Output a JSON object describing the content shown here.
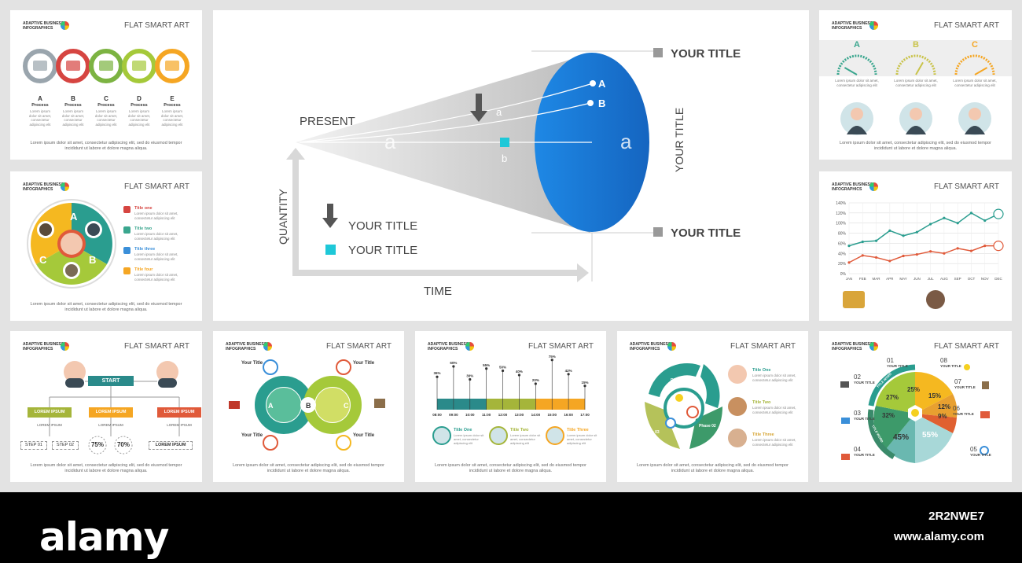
{
  "common": {
    "brand": "ADAPTIVE BUSINESS INFOGRAPHICS",
    "flat": "FLAT SMART ART",
    "foot_line1": "Lorem ipsum dolor sit amet, consectetur adipiscing elit, sed do eiusmod tempor",
    "foot_line2": "incididunt ut labore et dolore magna aliqua.",
    "lorem_tiny": "Lorem ipsum dolor sit amet, consectetur adipiscing elit"
  },
  "process": {
    "letters": [
      "A",
      "B",
      "C",
      "D",
      "E"
    ],
    "label": "Process",
    "colors": [
      "#9aa5ad",
      "#d64541",
      "#7cb342",
      "#a5c93a",
      "#f5a623"
    ]
  },
  "big": {
    "present": "PRESENT",
    "quantity": "QUANTITY",
    "time": "TIME",
    "title_top": "YOUR TITLE",
    "title_bottom": "YOUR TITLE",
    "title_vertical": "YOUR TITLE",
    "legend1": "YOUR TITLE",
    "legend2": "YOUR TITLE",
    "point_a": "A",
    "point_b": "B",
    "mark_a": "a",
    "mark_b": "b"
  },
  "gauges": {
    "letters": [
      "A",
      "B",
      "C"
    ],
    "colors": [
      "#3aa68e",
      "#c9c34a",
      "#f5a623"
    ]
  },
  "circle": {
    "letters": [
      "A",
      "B",
      "C"
    ],
    "titles": [
      "Title one",
      "Title two",
      "Title three",
      "Title four"
    ],
    "title_colors": [
      "#d64541",
      "#3aa68e",
      "#3a8fd9",
      "#f5a623"
    ]
  },
  "line_chart": {
    "months": [
      "JAN",
      "FEB",
      "MAR",
      "APR",
      "MAY",
      "JUN",
      "JUL",
      "AUG",
      "SEP",
      "OCT",
      "NOV",
      "DEC"
    ],
    "ticks": [
      "0%",
      "20%",
      "40%",
      "60%",
      "80%",
      "100%",
      "120%",
      "140%"
    ]
  },
  "chart_data": {
    "type": "line",
    "x": [
      "JAN",
      "FEB",
      "MAR",
      "APR",
      "MAY",
      "JUN",
      "JUL",
      "AUG",
      "SEP",
      "OCT",
      "NOV",
      "DEC"
    ],
    "ylim": [
      0,
      140
    ],
    "series": [
      {
        "values": [
          55,
          63,
          65,
          85,
          75,
          82,
          98,
          110,
          100,
          120,
          105,
          118
        ]
      },
      {
        "values": [
          22,
          36,
          32,
          25,
          35,
          38,
          44,
          40,
          50,
          45,
          55,
          55
        ]
      }
    ],
    "series_colors": [
      "#2a9d8f",
      "#e05a3a"
    ]
  },
  "org": {
    "start": "START",
    "boxes": [
      "LOREM IPSUM",
      "LOREM IPSUM",
      "LOREM IPSUM"
    ],
    "box_colors": [
      "#a5b53a",
      "#f5a623",
      "#e05a3a"
    ],
    "step1": "STEP 01",
    "step2": "STEP 02",
    "pct1": "75%",
    "pct2": "70%",
    "sub": "LOREM IPSUM",
    "mini": "LOREM IPSUM"
  },
  "infinity": {
    "your_title": "Your Title",
    "a": "A",
    "b": "B",
    "c": "C"
  },
  "timeline": {
    "times": [
      "08:00",
      "09:00",
      "10:00",
      "11:00",
      "12:00",
      "13:00",
      "14:00",
      "15:00",
      "16:00",
      "17:00"
    ],
    "pins": [
      "36%",
      "60%",
      "30%",
      "55%",
      "50%",
      "40%",
      "20%",
      "75%",
      "42%",
      "15%"
    ],
    "titles": [
      "Title One",
      "Title Two",
      "Title Three"
    ],
    "title_colors": [
      "#2a9d8f",
      "#a5b53a",
      "#f5a623"
    ]
  },
  "cycle": {
    "phase1": "Phase 01",
    "phase2": "Phase 02",
    "phase3": "Phase 03",
    "titles": [
      "Title One",
      "Title Two",
      "Title Three"
    ],
    "title_colors": [
      "#2a9d8f",
      "#a5b53a",
      "#d6a534"
    ]
  },
  "radial": {
    "numbers": [
      "01",
      "02",
      "03",
      "04",
      "05",
      "06",
      "07",
      "08"
    ],
    "your_title": "YOUR TITLE",
    "pcts": [
      "25%",
      "15%",
      "27%",
      "12%",
      "32%",
      "9%",
      "45%",
      "55%"
    ],
    "ring_labels": [
      "TITLE WORD",
      "TITLE WORD",
      "TITLE WORD"
    ]
  },
  "watermark": {
    "logo": "alamy",
    "id": "2R2NWE7",
    "url": "www.alamy.com"
  }
}
